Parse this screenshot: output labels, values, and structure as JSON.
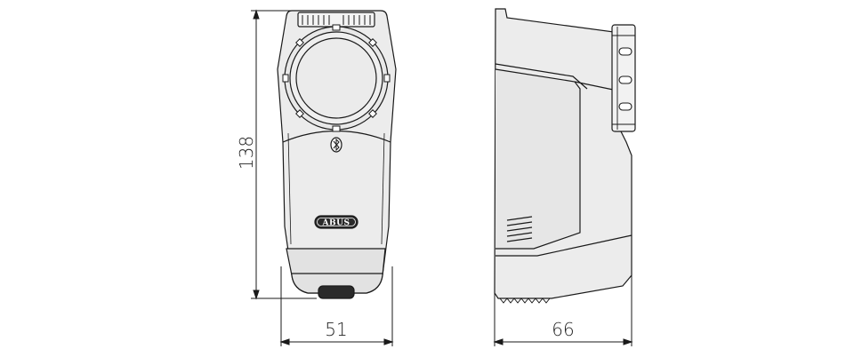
{
  "front_view": {
    "height_label": "138",
    "width_label": "51",
    "logo_text": "ABUS"
  },
  "side_view": {
    "depth_label": "66"
  },
  "colors": {
    "line": "#1a1a1a",
    "body_fill": "#ececec",
    "panel_fill": "#e6e6e6",
    "knob_fill": "#ebebeb",
    "dark_fill": "#2a2a2a"
  }
}
